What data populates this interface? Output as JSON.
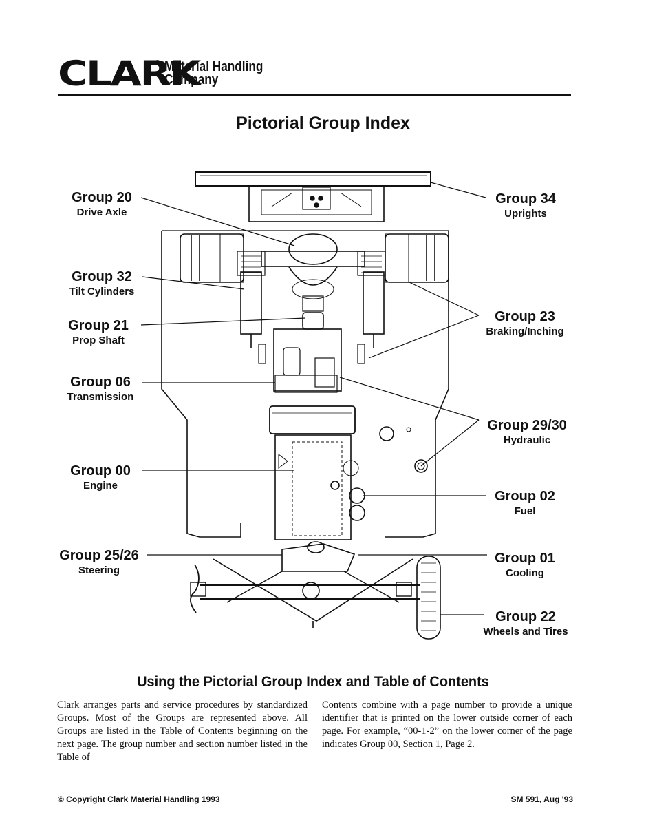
{
  "header": {
    "brand": "CLARK",
    "registered": "®",
    "subtitle_line1": "Material Handling",
    "subtitle_line2": "Company"
  },
  "page_title": "Pictorial Group Index",
  "callouts": {
    "left": [
      {
        "group": "Group 20",
        "sub": "Drive Axle"
      },
      {
        "group": "Group 32",
        "sub": "Tilt Cylinders"
      },
      {
        "group": "Group 21",
        "sub": "Prop Shaft"
      },
      {
        "group": "Group 06",
        "sub": "Transmission"
      },
      {
        "group": "Group 00",
        "sub": "Engine"
      },
      {
        "group": "Group 25/26",
        "sub": "Steering"
      }
    ],
    "right": [
      {
        "group": "Group 34",
        "sub": "Uprights"
      },
      {
        "group": "Group 23",
        "sub": "Braking/Inching"
      },
      {
        "group": "Group 29/30",
        "sub": "Hydraulic"
      },
      {
        "group": "Group 02",
        "sub": "Fuel"
      },
      {
        "group": "Group 01",
        "sub": "Cooling"
      },
      {
        "group": "Group 22",
        "sub": "Wheels and Tires"
      }
    ]
  },
  "section_title": "Using the Pictorial Group Index and Table of Contents",
  "body": {
    "left_paragraph": "Clark arranges parts and service procedures by standardized Groups. Most of the Groups are represented above. All Groups are listed in the Table of Contents beginning on the next page. The group number and section number listed in the Table of",
    "right_paragraph": "Contents combine with a page number to provide a unique identifier that is printed on the lower outside corner of each page. For example, “00-1-2” on the lower corner of the page indicates Group 00, Section 1, Page 2."
  },
  "footer": {
    "left": "© Copyright Clark Material Handling 1993",
    "right": "SM 591, Aug '93"
  }
}
